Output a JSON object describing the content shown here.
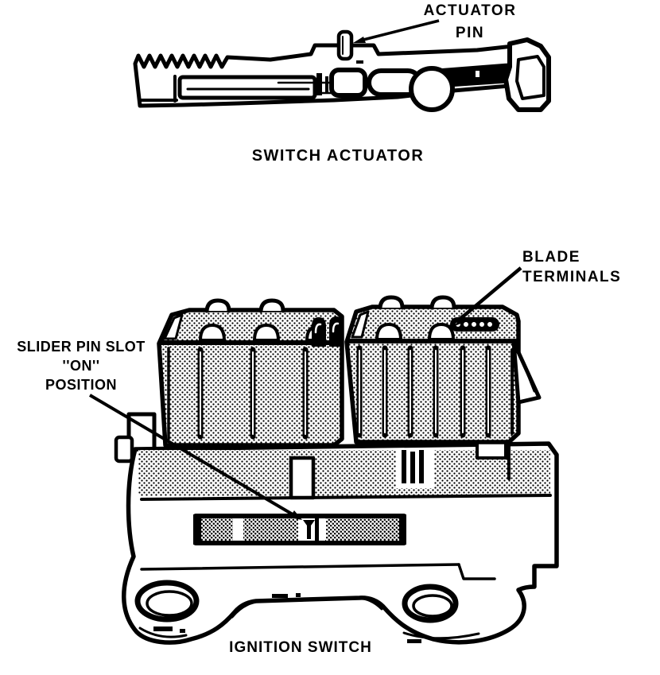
{
  "page": {
    "background": "#ffffff",
    "ink": "#000000",
    "halftone": "#7a7a7a"
  },
  "figure": {
    "top_label": {
      "line1": "ACTUATOR",
      "line2": "PIN"
    },
    "actuator_caption": "SWITCH ACTUATOR",
    "blade_label": {
      "line1": "BLADE",
      "line2": "TERMINALS"
    },
    "slider_label": {
      "line1": "SLIDER PIN SLOT",
      "line2": "''ON''",
      "line3": "POSITION"
    },
    "ignition_caption": "IGNITION SWITCH"
  }
}
